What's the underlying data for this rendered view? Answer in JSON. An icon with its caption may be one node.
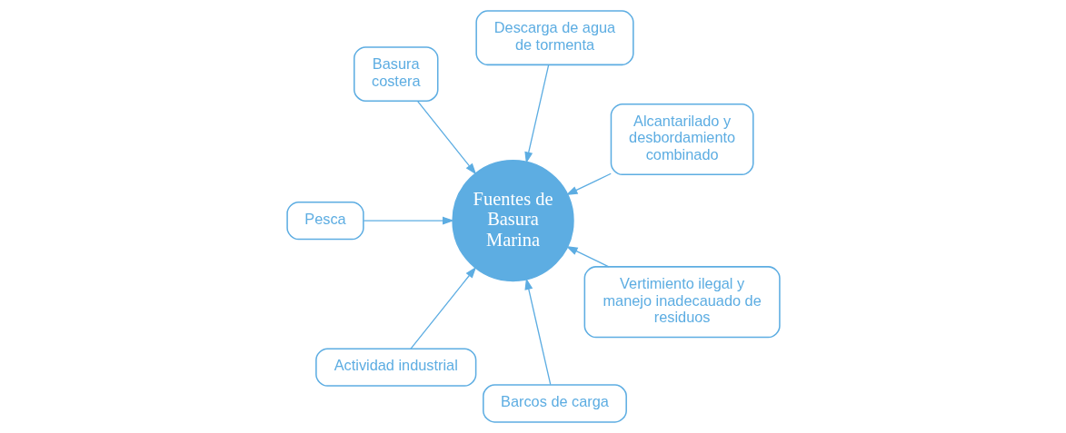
{
  "diagram": {
    "nodes": [
      {
        "text": [
          "Alcantarilado y desbordamiento combinado"
        ]
      },
      {
        "text": [
          "Descarga de agua de tormenta"
        ]
      },
      {
        "text": [
          "Basura costera"
        ]
      },
      {
        "text": [
          "Pesca"
        ]
      },
      {
        "text": [
          "Actividad industrial"
        ]
      },
      {
        "text": [
          "Fuentes de Basura Marina"
        ]
      },
      {
        "text": [
          "Barcos de carga"
        ]
      },
      {
        "text": [
          "Vertimiento ilegal y manejo inadecauado de residuos"
        ]
      }
    ],
    "edges": [
      {
        "from": 0,
        "to": 5,
        "arrow": "to"
      },
      {
        "from": 1,
        "to": 5,
        "arrow": "to"
      },
      {
        "from": 2,
        "to": 5,
        "arrow": "to"
      },
      {
        "from": 3,
        "to": 5,
        "arrow": "to"
      },
      {
        "from": 4,
        "to": 5,
        "arrow": "to"
      },
      {
        "from": 6,
        "to": 5,
        "arrow": "to"
      },
      {
        "from": 7,
        "to": 5,
        "arrow": "to"
      }
    ]
  }
}
